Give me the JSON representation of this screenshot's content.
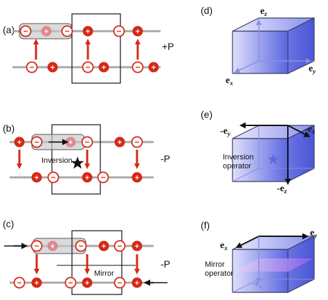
{
  "panels": {
    "a": {
      "label": "(a)",
      "polarization": "+P"
    },
    "b": {
      "label": "(b)",
      "polarization": "-P",
      "operation": "Inversion"
    },
    "c": {
      "label": "(c)",
      "polarization": "-P",
      "operation": "Mirror"
    },
    "d": {
      "label": "(d)"
    },
    "e": {
      "label": "(e)",
      "operator_lines": [
        "Inversion",
        "operator"
      ]
    },
    "f": {
      "label": "(f)",
      "operator_lines": [
        "Mirror",
        "operator"
      ]
    }
  },
  "axes": {
    "d": {
      "z": "e",
      "z_sub": "z",
      "y": "e",
      "y_sub": "y",
      "x": "e",
      "x_sub": "x"
    },
    "e": {
      "y": "-e",
      "y_sub": "y",
      "x": "-e",
      "x_sub": "x",
      "z": "-e",
      "z_sub": "z"
    },
    "f": {
      "x": "e",
      "x_sub": "x",
      "y": "e",
      "y_sub": "y",
      "z": "-e",
      "z_sub": "z"
    }
  },
  "ion_signs": {
    "positive": "+",
    "negative": "−"
  },
  "colors": {
    "ion_red": "#d42a16",
    "ghost_ion": "#e07a85",
    "lattice_line": "#a8a8a8",
    "cube_edge": "#3a3f66",
    "cube_blue": "#5b66e0",
    "mirror_plane": "#9a6fe0"
  }
}
